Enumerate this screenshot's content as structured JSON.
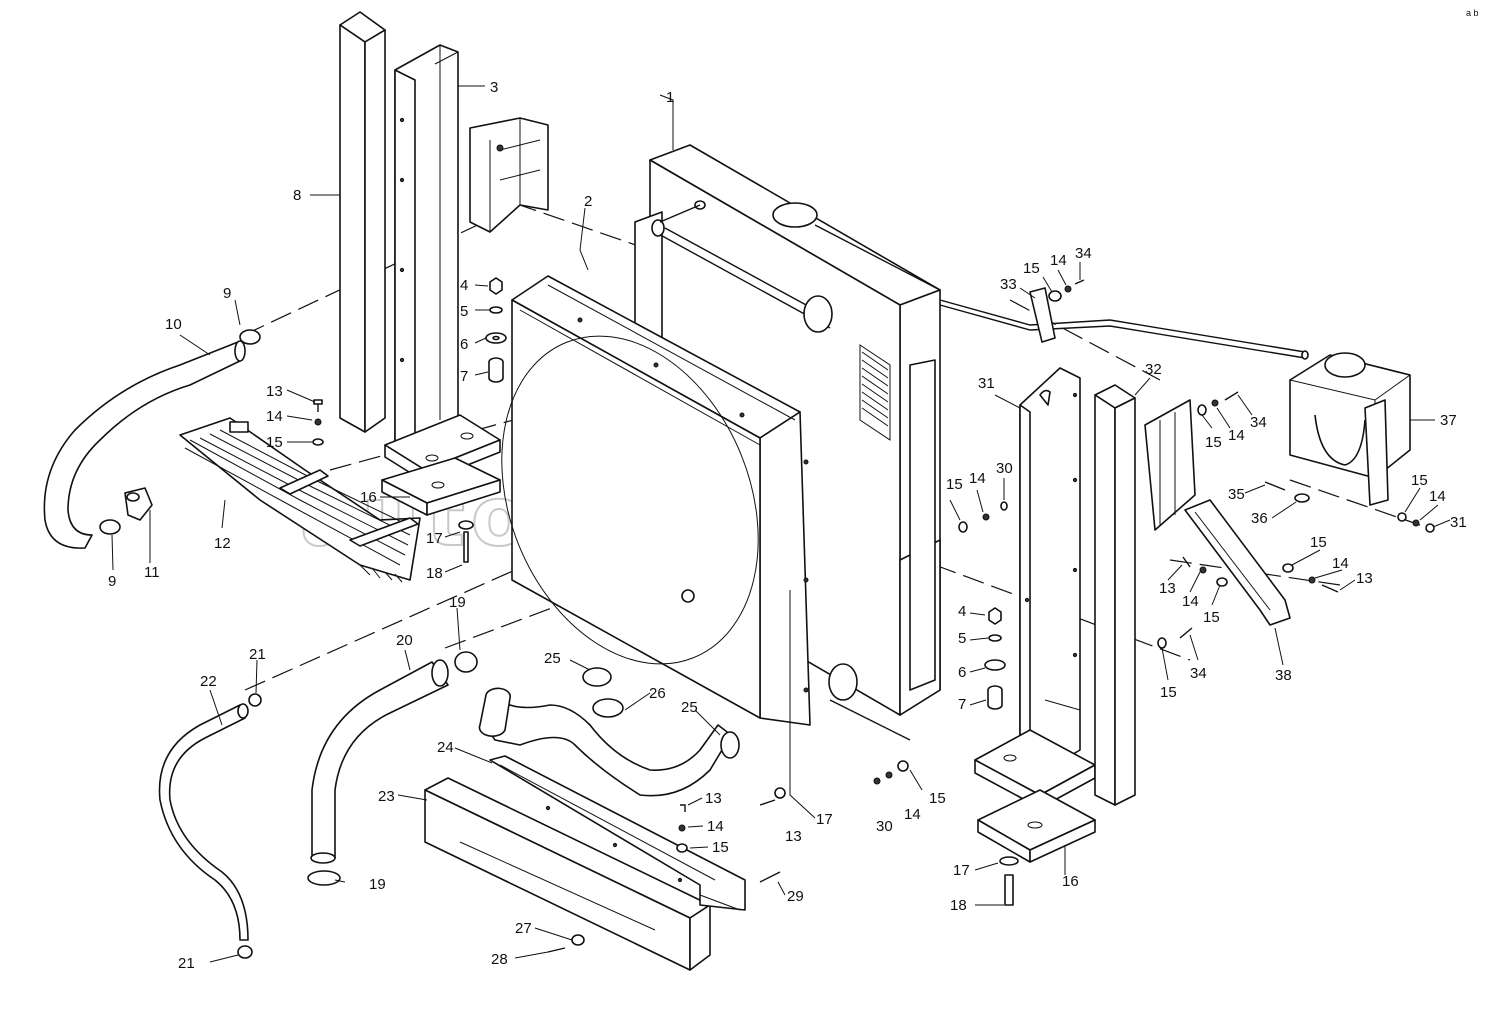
{
  "watermark": "autopiter.ru",
  "corner_mark": "а b",
  "colors": {
    "line": "#111111",
    "background": "#ffffff",
    "watermark": "#c9c9c9"
  },
  "callouts": [
    {
      "id": "c1",
      "label": "1"
    },
    {
      "id": "c2",
      "label": "2"
    },
    {
      "id": "c3",
      "label": "3"
    },
    {
      "id": "c4a",
      "label": "4"
    },
    {
      "id": "c5a",
      "label": "5"
    },
    {
      "id": "c6a",
      "label": "6"
    },
    {
      "id": "c7a",
      "label": "7"
    },
    {
      "id": "c8",
      "label": "8"
    },
    {
      "id": "c9a",
      "label": "9"
    },
    {
      "id": "c10",
      "label": "10"
    },
    {
      "id": "c13a",
      "label": "13"
    },
    {
      "id": "c14a",
      "label": "14"
    },
    {
      "id": "c15a",
      "label": "15"
    },
    {
      "id": "c16a",
      "label": "16"
    },
    {
      "id": "c17a",
      "label": "17"
    },
    {
      "id": "c18a",
      "label": "18"
    },
    {
      "id": "c12",
      "label": "12"
    },
    {
      "id": "c9b",
      "label": "9"
    },
    {
      "id": "c11",
      "label": "11"
    },
    {
      "id": "c19a",
      "label": "19"
    },
    {
      "id": "c20",
      "label": "20"
    },
    {
      "id": "c21a",
      "label": "21"
    },
    {
      "id": "c22",
      "label": "22"
    },
    {
      "id": "c25a",
      "label": "25"
    },
    {
      "id": "c26",
      "label": "26"
    },
    {
      "id": "c25b",
      "label": "25"
    },
    {
      "id": "c24",
      "label": "24"
    },
    {
      "id": "c23",
      "label": "23"
    },
    {
      "id": "c19b",
      "label": "19"
    },
    {
      "id": "c13b",
      "label": "13"
    },
    {
      "id": "c14b",
      "label": "14"
    },
    {
      "id": "c15b",
      "label": "15"
    },
    {
      "id": "c13c",
      "label": "13"
    },
    {
      "id": "c17b",
      "label": "17"
    },
    {
      "id": "c29",
      "label": "29"
    },
    {
      "id": "c27",
      "label": "27"
    },
    {
      "id": "c28",
      "label": "28"
    },
    {
      "id": "c21b",
      "label": "21"
    },
    {
      "id": "c30a",
      "label": "30"
    },
    {
      "id": "c14c",
      "label": "14"
    },
    {
      "id": "c15c",
      "label": "15"
    },
    {
      "id": "c15d",
      "label": "15"
    },
    {
      "id": "c14d",
      "label": "14"
    },
    {
      "id": "c30b",
      "label": "30"
    },
    {
      "id": "c4b",
      "label": "4"
    },
    {
      "id": "c5b",
      "label": "5"
    },
    {
      "id": "c6b",
      "label": "6"
    },
    {
      "id": "c7b",
      "label": "7"
    },
    {
      "id": "c17c",
      "label": "17"
    },
    {
      "id": "c18b",
      "label": "18"
    },
    {
      "id": "c16b",
      "label": "16"
    },
    {
      "id": "c33",
      "label": "33"
    },
    {
      "id": "c15e",
      "label": "15"
    },
    {
      "id": "c14e",
      "label": "14"
    },
    {
      "id": "c34a",
      "label": "34"
    },
    {
      "id": "c31a",
      "label": "31"
    },
    {
      "id": "c32",
      "label": "32"
    },
    {
      "id": "c15f",
      "label": "15"
    },
    {
      "id": "c14f",
      "label": "14"
    },
    {
      "id": "c34b",
      "label": "34"
    },
    {
      "id": "c37",
      "label": "37"
    },
    {
      "id": "c35",
      "label": "35"
    },
    {
      "id": "c36",
      "label": "36"
    },
    {
      "id": "c15g",
      "label": "15"
    },
    {
      "id": "c14g",
      "label": "14"
    },
    {
      "id": "c31b",
      "label": "31"
    },
    {
      "id": "c15h",
      "label": "15"
    },
    {
      "id": "c14h",
      "label": "14"
    },
    {
      "id": "c13d",
      "label": "13"
    },
    {
      "id": "c13e",
      "label": "13"
    },
    {
      "id": "c14i",
      "label": "14"
    },
    {
      "id": "c15i",
      "label": "15"
    },
    {
      "id": "c34c",
      "label": "34"
    },
    {
      "id": "c15j",
      "label": "15"
    },
    {
      "id": "c38",
      "label": "38"
    }
  ]
}
